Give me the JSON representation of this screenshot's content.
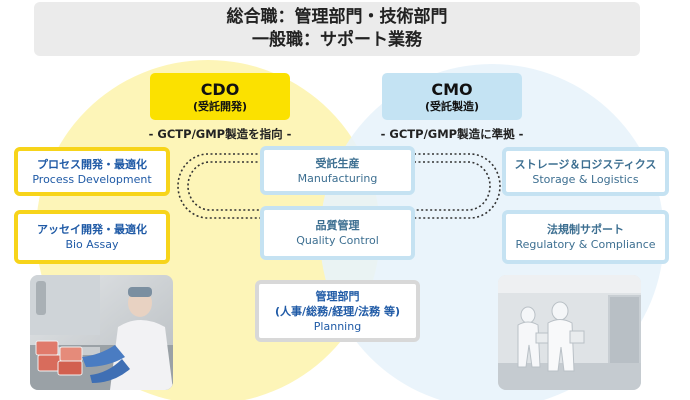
{
  "header": {
    "line1": "総合職：管理部門・技術部門",
    "line2": "一般職：サポート業務"
  },
  "cdo": {
    "title": "CDO",
    "subtitle": "(受託開発)",
    "note": "- GCTP/GMP製造を指向 -",
    "color": "#fbe100",
    "circle_color": "#fdf5b8"
  },
  "cmo": {
    "title": "CMO",
    "subtitle": "(受託製造)",
    "note": "- GCTP/GMP製造に準拠 -",
    "color": "#c4e3f3",
    "circle_color": "#e7f3fa"
  },
  "left_boxes": [
    {
      "jp": "プロセス開発・最適化",
      "en": "Process Development"
    },
    {
      "jp": "アッセイ開発・最適化",
      "en": "Bio Assay"
    }
  ],
  "center_boxes": [
    {
      "jp": "受託生産",
      "en": "Manufacturing"
    },
    {
      "jp": "品質管理",
      "en": "Quality Control"
    }
  ],
  "right_boxes": [
    {
      "jp": "ストレージ＆ロジスティクス",
      "en": "Storage & Logistics"
    },
    {
      "jp": "法規制サポート",
      "en": "Regulatory & Compliance"
    }
  ],
  "planning": {
    "jp1": "管理部門",
    "jp2": "(人事/総務/経理/法務 等)",
    "en": "Planning"
  },
  "photos": {
    "left": "laboratory-worker-photo",
    "right": "cleanroom-workers-photo"
  }
}
